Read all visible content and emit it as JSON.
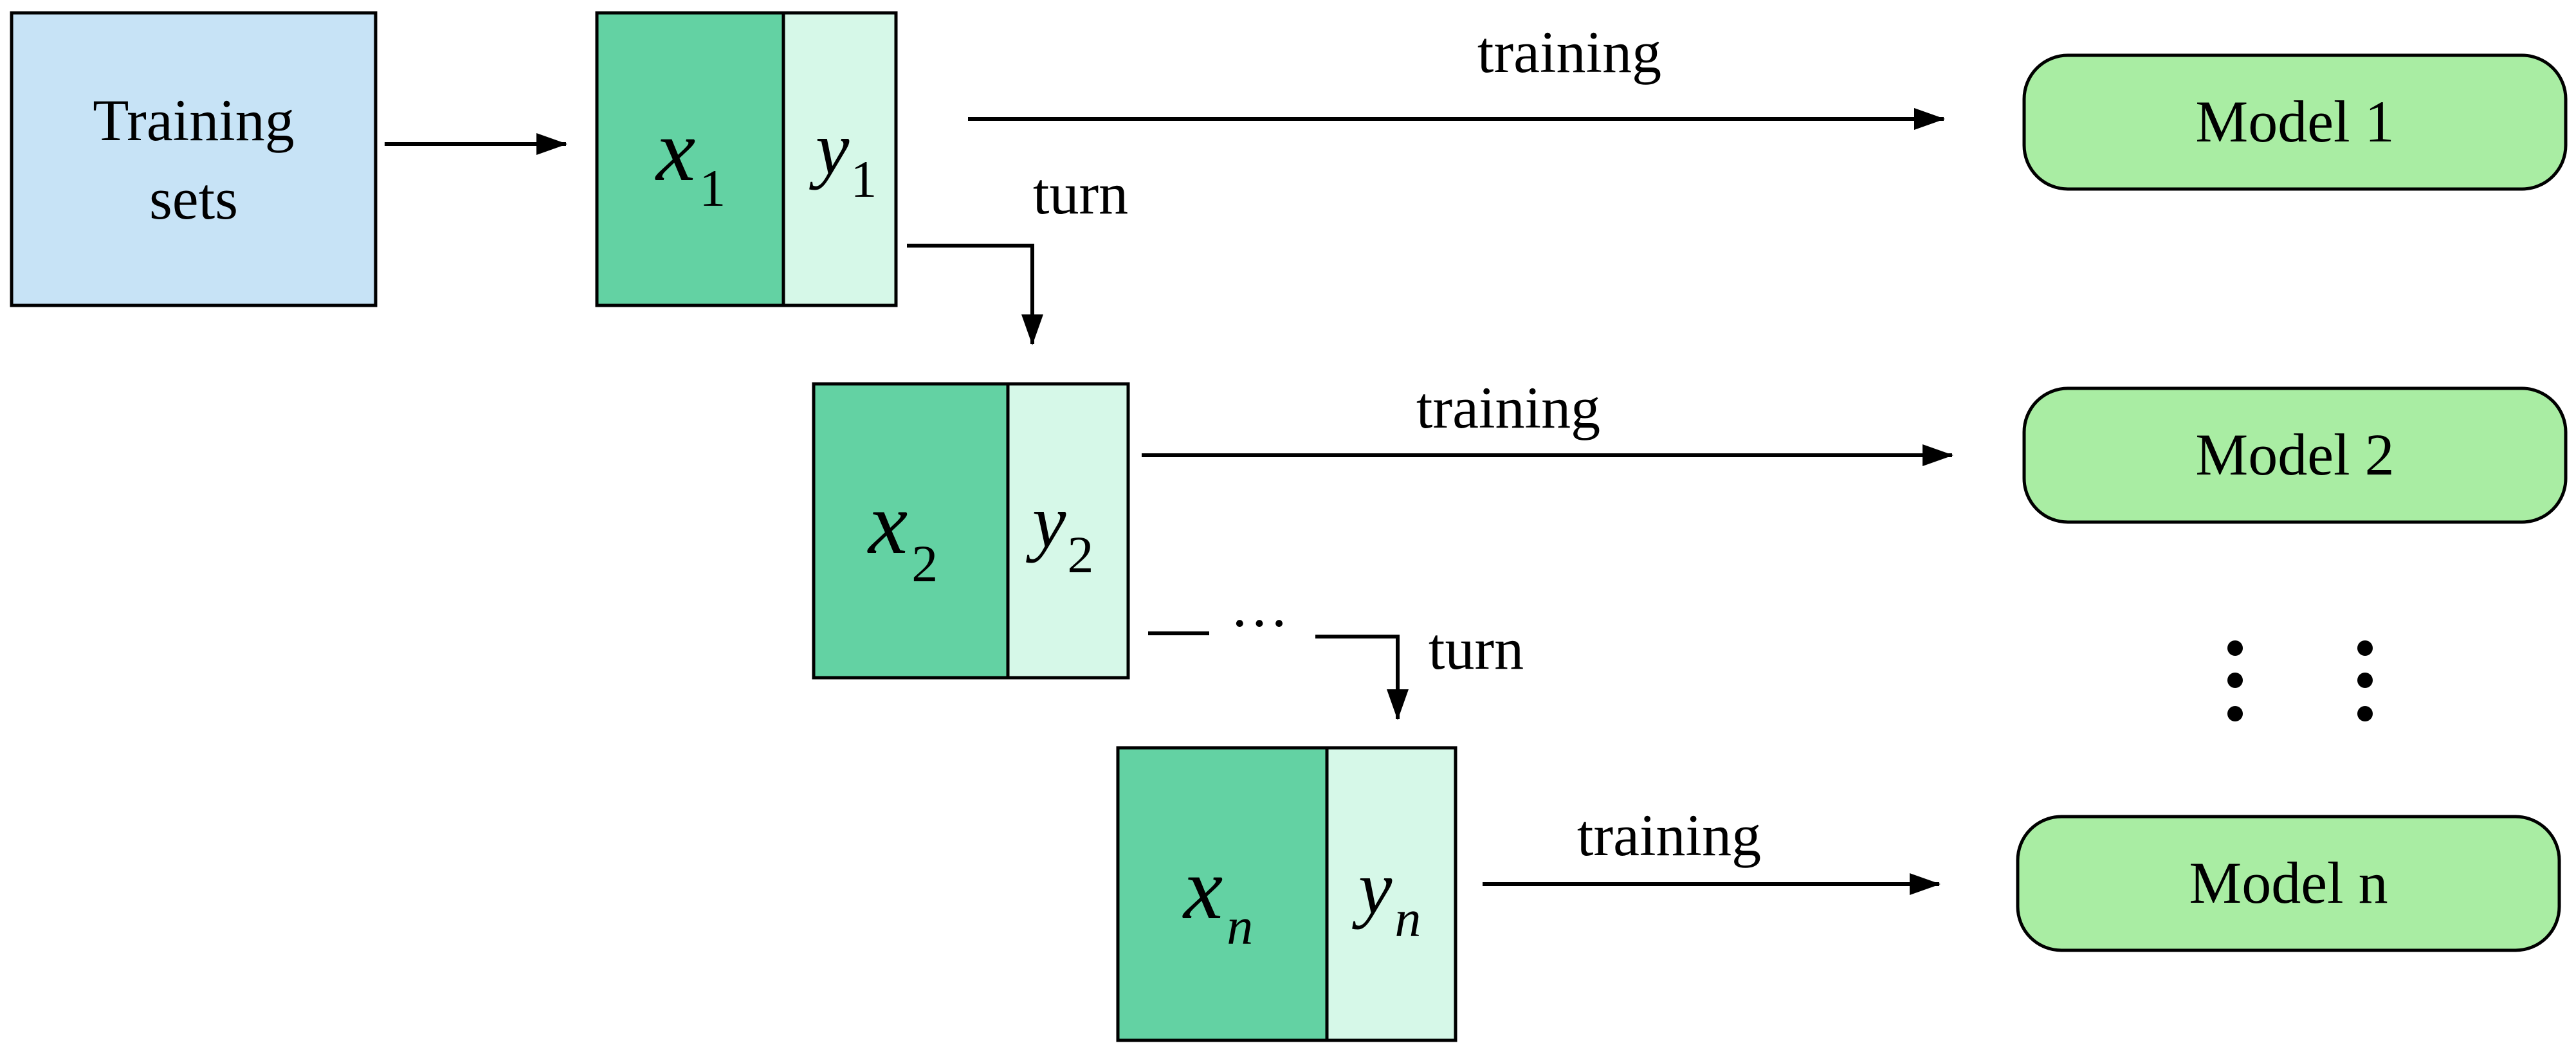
{
  "colors": {
    "training_sets_fill": "#C7E3F6",
    "x_block_fill": "#63D2A3",
    "y_block_fill": "#D6F8E8",
    "model_fill": "#A9EDA3",
    "stroke": "#000000"
  },
  "training_sets": {
    "line1": "Training",
    "line2": "sets"
  },
  "subsets": [
    {
      "x": "x",
      "x_sub": "1",
      "y": "y",
      "y_sub": "1"
    },
    {
      "x": "x",
      "x_sub": "2",
      "y": "y",
      "y_sub": "2"
    },
    {
      "x": "x",
      "x_sub": "n",
      "y": "y",
      "y_sub": "n"
    }
  ],
  "edge_labels": {
    "training_1": "training",
    "training_2": "training",
    "training_n": "training",
    "turn_1": "turn",
    "turn_2": "turn",
    "ellipsis": "···"
  },
  "models": [
    {
      "label": "Model 1"
    },
    {
      "label": "Model 2"
    },
    {
      "label": "Model n"
    }
  ],
  "icons": {
    "vertical_ellipsis": "vertical-ellipsis-icon"
  }
}
